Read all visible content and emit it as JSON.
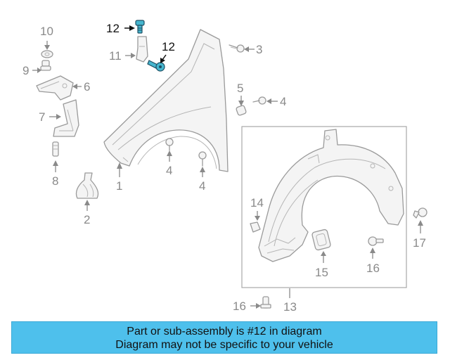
{
  "callouts": {
    "c1": "1",
    "c2": "2",
    "c3": "3",
    "c4a": "4",
    "c4b": "4",
    "c4c": "4",
    "c5": "5",
    "c6": "6",
    "c7": "7",
    "c8": "8",
    "c9": "9",
    "c10": "10",
    "c11": "11",
    "c12a": "12",
    "c12b": "12",
    "c13": "13",
    "c14": "14",
    "c15": "15",
    "c16a": "16",
    "c16b": "16",
    "c17": "17"
  },
  "highlight_part": "12",
  "colors": {
    "banner": "#4ec0ec",
    "highlight": "#46b6cf",
    "line": "#9a9a9a"
  },
  "banner": {
    "line1": "Part or sub-assembly is #12 in diagram",
    "line2": "Diagram may not be specific to your vehicle"
  }
}
